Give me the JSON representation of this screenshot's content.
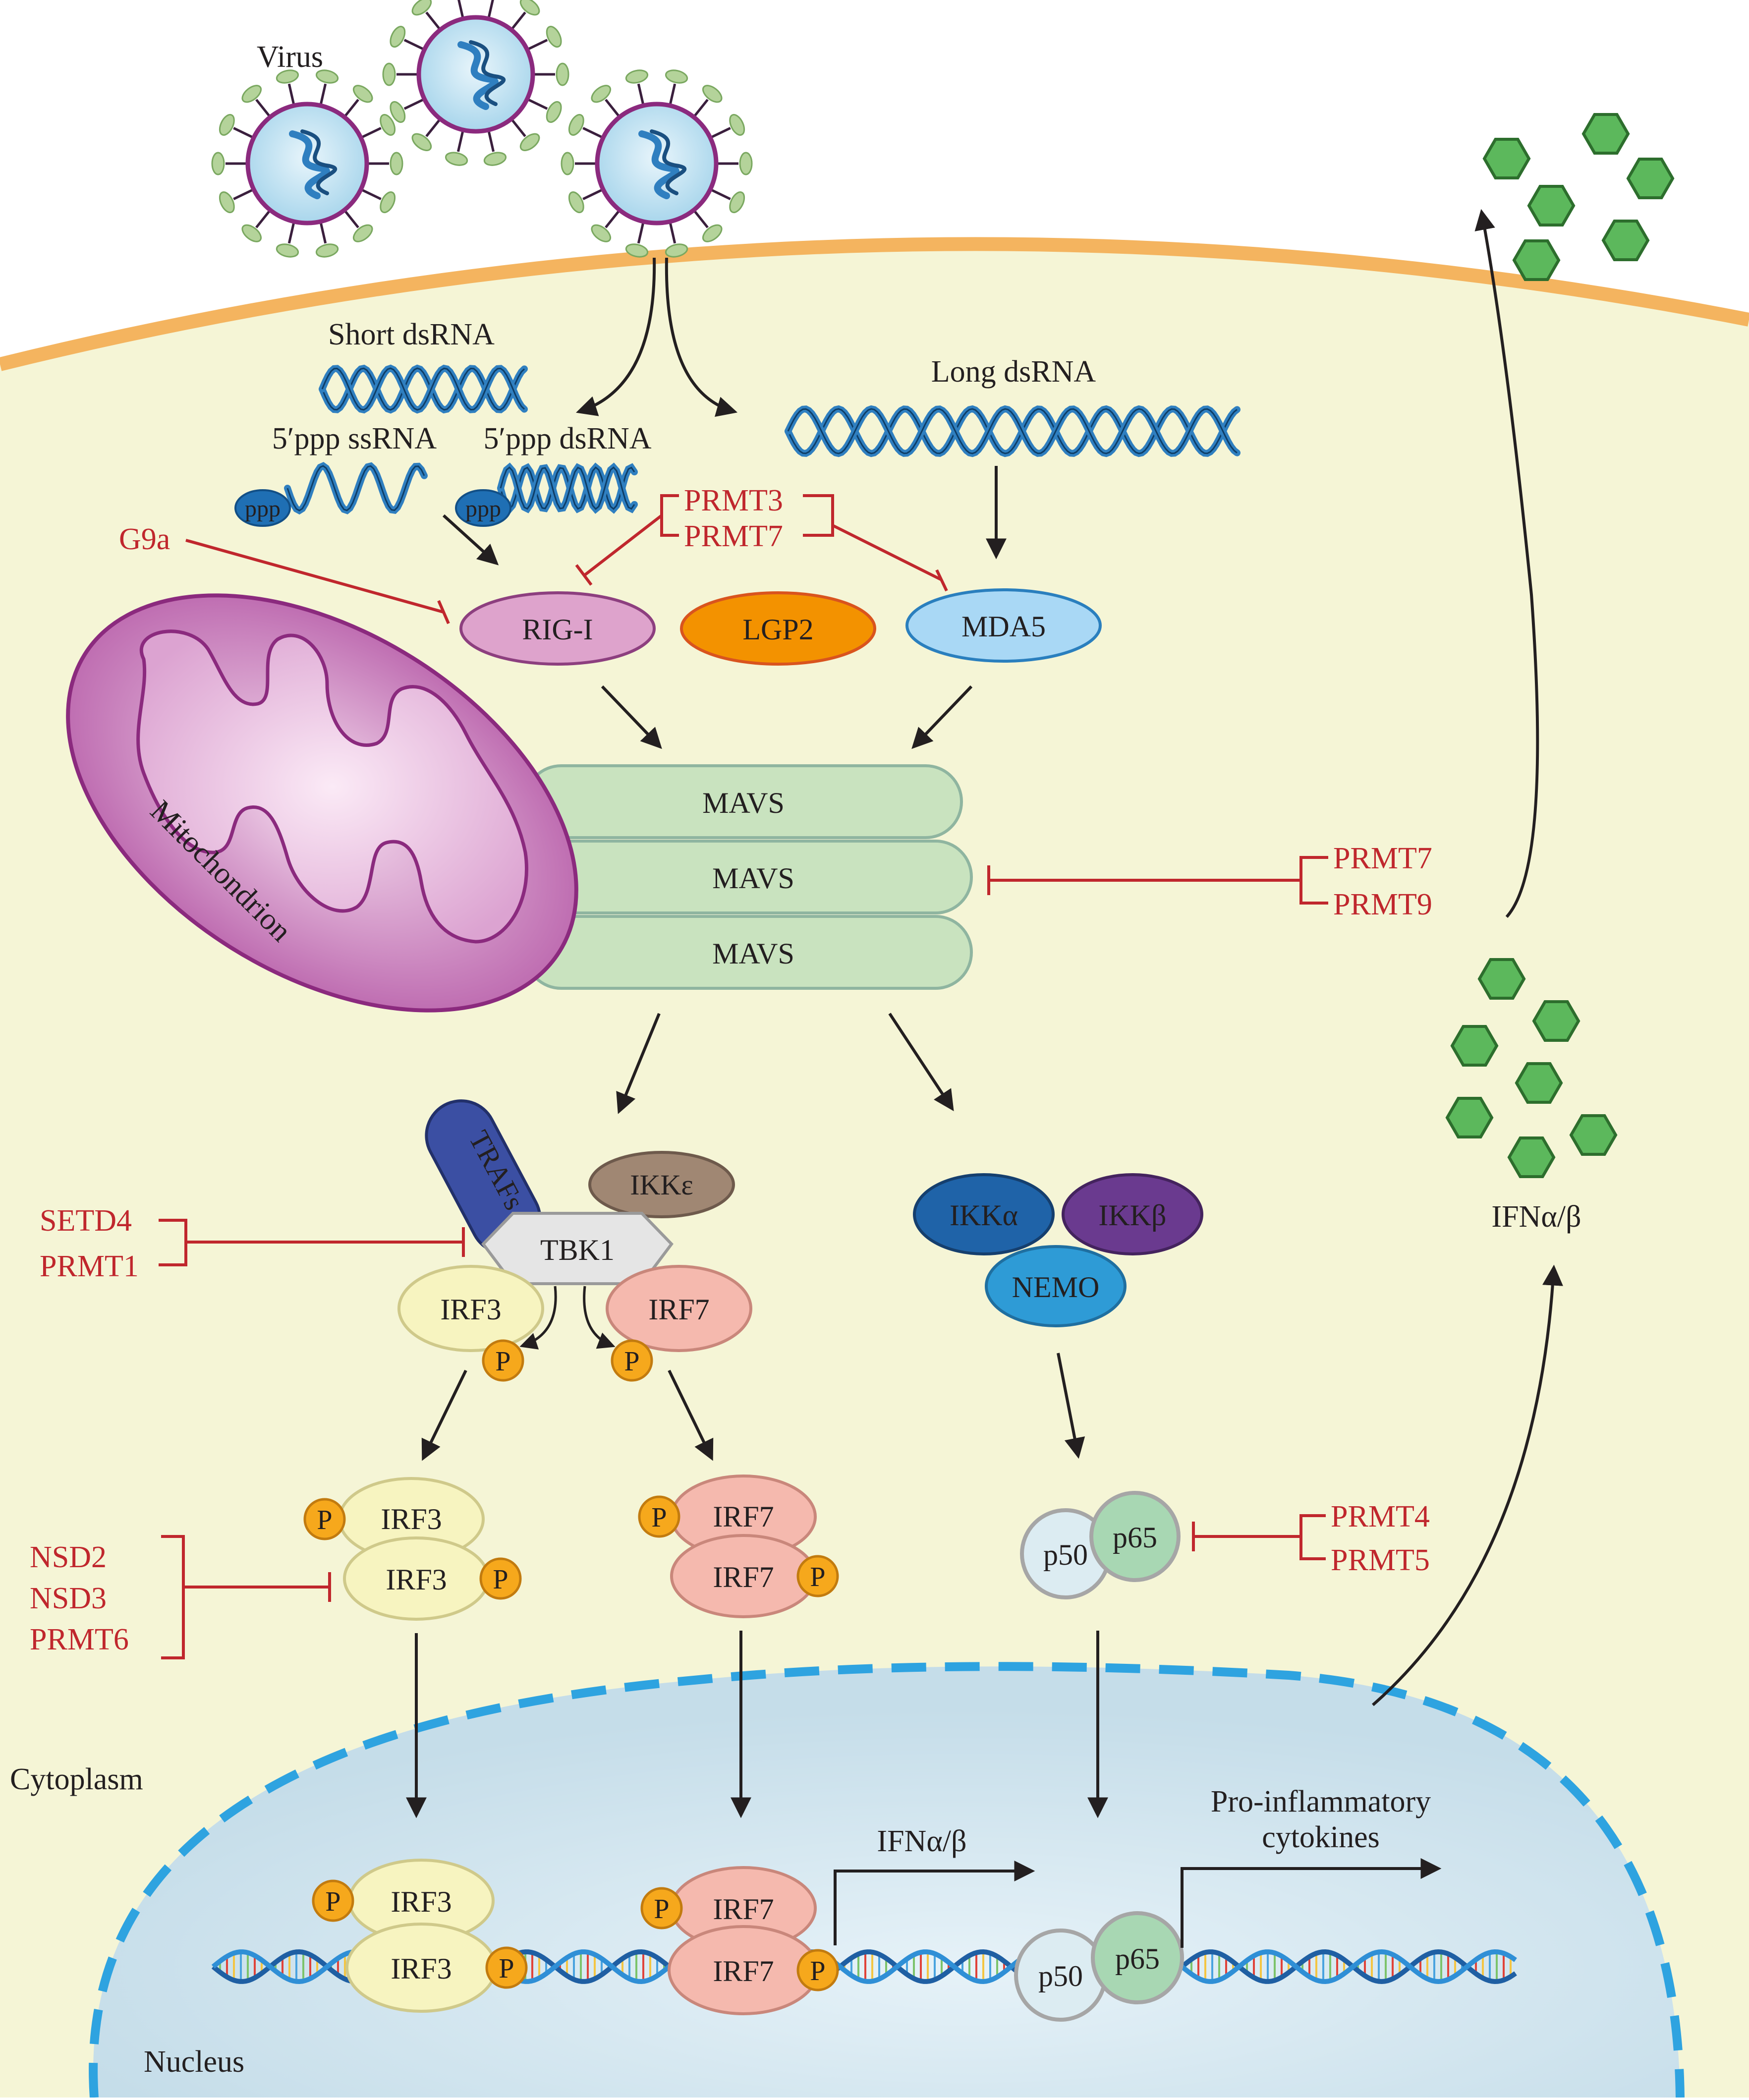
{
  "labels": {
    "virus": "Virus",
    "short_dsrna": "Short dsRNA",
    "ppp_ssrna": "5′ppp ssRNA",
    "ppp_dsrna": "5′ppp dsRNA",
    "long_dsrna": "Long dsRNA",
    "ppp": "ppp",
    "mitochondrion": "Mitochondrion",
    "cytoplasm": "Cytoplasm",
    "nucleus": "Nucleus",
    "ifn_ab": "IFNα/β",
    "ifn_ab_nucleus": "IFNα/β",
    "proinflam_1": "Pro-inflammatory",
    "proinflam_2": "cytokines"
  },
  "proteins": {
    "rigi": "RIG-I",
    "lgp2": "LGP2",
    "mda5": "MDA5",
    "mavs": "MAVS",
    "trafs": "TRAFs",
    "ikke": "IKKε",
    "tbk1": "TBK1",
    "irf3": "IRF3",
    "irf7": "IRF7",
    "ikka": "IKKα",
    "ikkb": "IKKβ",
    "nemo": "NEMO",
    "p50": "p50",
    "p65": "p65",
    "p": "P"
  },
  "inhibitors": {
    "g9a": "G9a",
    "prmt3": "PRMT3",
    "prmt7_top": "PRMT7",
    "prmt7_mavs": "PRMT7",
    "prmt9": "PRMT9",
    "setd4": "SETD4",
    "prmt1": "PRMT1",
    "nsd2": "NSD2",
    "nsd3": "NSD3",
    "prmt6": "PRMT6",
    "prmt4": "PRMT4",
    "prmt5": "PRMT5"
  },
  "colors": {
    "cytoplasm": "#f5f5d6",
    "membrane": "#f4b45f",
    "nucleus": "#d4e6ee",
    "nuclear_envelope": "#2ea3e0",
    "inhibitor": "#c0272d",
    "rigi": "#dea3cc",
    "lgp2": "#f39200",
    "mda5": "#a9d8f5",
    "mavs": "#c9e3bf",
    "irf3": "#f7f4c0",
    "irf7": "#f5b9ae",
    "phospho": "#f6a81c",
    "ikka": "#1f63a8",
    "ikkb": "#6a3a8f",
    "nemo": "#2e9bd6",
    "p50": "#dcecf2",
    "p65": "#a8d7b3",
    "trafs": "#3b4fa3",
    "ikke": "#a08773",
    "tbk1": "#e5e5e5",
    "ifn": "#5cb85c",
    "virus_membrane": "#8b2a7e",
    "virus_core": "#c7e6f3",
    "rna": "#2f7fc0"
  },
  "icons": {
    "virus": "virus-icon",
    "mitochondrion": "mitochondrion-icon",
    "ifn_hexagon": "hexagon-icon",
    "dna": "dna-helix-icon",
    "rna": "rna-helix-icon"
  }
}
